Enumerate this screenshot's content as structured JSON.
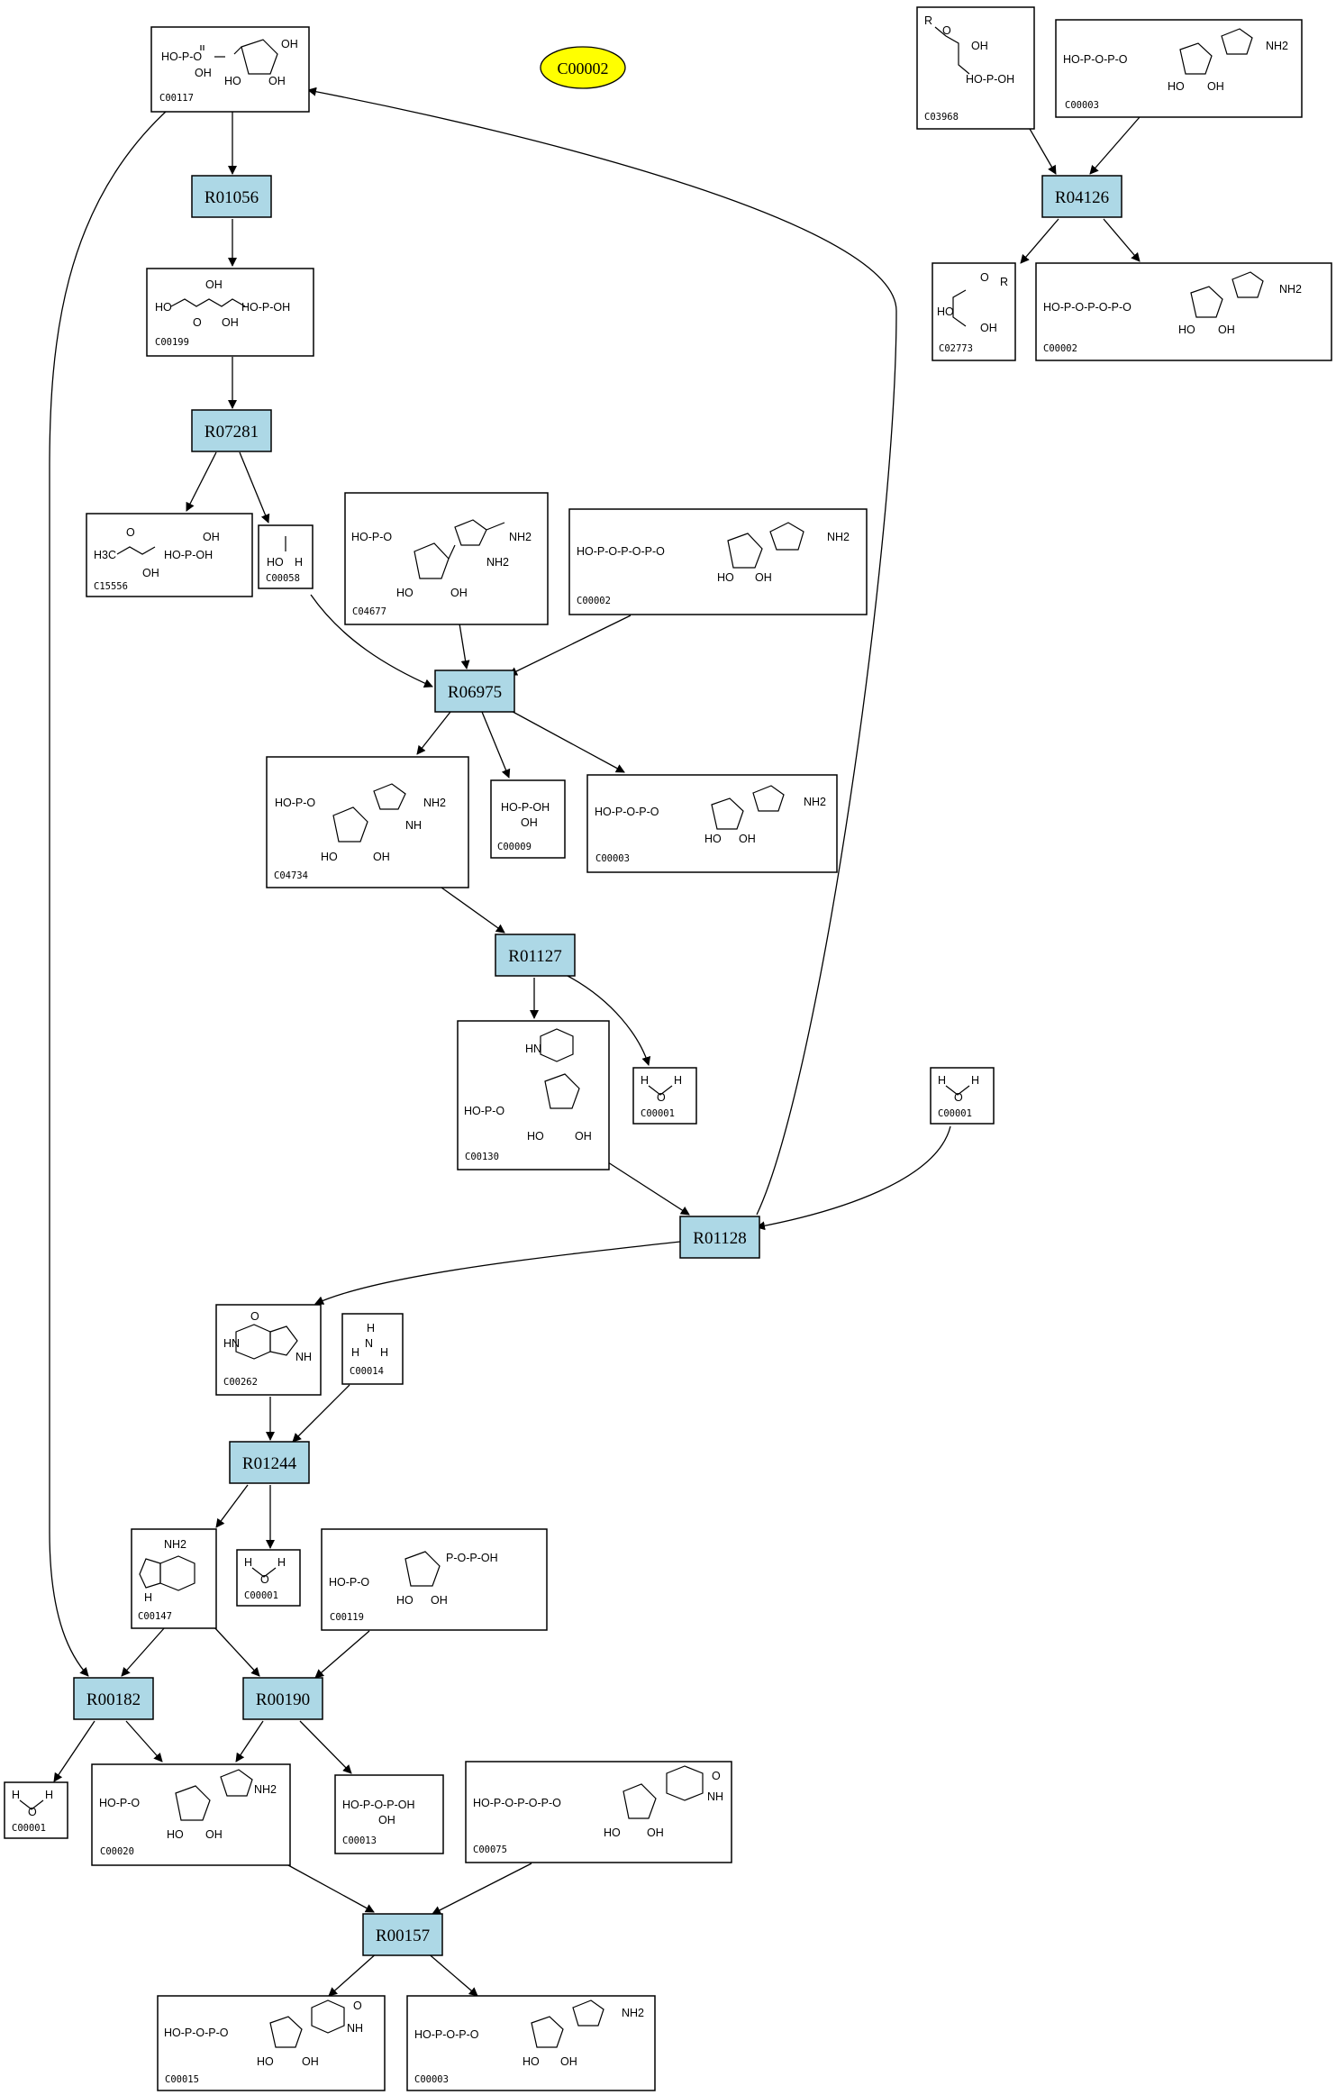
{
  "title_node": {
    "label": "C00002",
    "color": "#ffff00"
  },
  "colors": {
    "reaction_fill": "#add8e6",
    "compound_fill": "#ffffff",
    "line": "#000000"
  },
  "reactions": [
    "R01056",
    "R07281",
    "R06975",
    "R01127",
    "R01128",
    "R01244",
    "R00182",
    "R00190",
    "R00157",
    "R04126"
  ],
  "compounds": [
    {
      "id": "C00117",
      "structure": [
        "HO-P-O",
        "OH",
        "HO",
        "OH",
        "OH"
      ]
    },
    {
      "id": "C00199",
      "structure": [
        "HO",
        "O",
        "OH",
        "OH",
        "HO-P-OH"
      ]
    },
    {
      "id": "C15556",
      "structure": [
        "H3C",
        "O",
        "OH",
        "OH",
        "HO-P-OH"
      ]
    },
    {
      "id": "C00058",
      "structure": [
        "HO",
        "H"
      ]
    },
    {
      "id": "C04677",
      "structure": [
        "HO-P-O",
        "NH2",
        "NH2",
        "HO",
        "OH"
      ]
    },
    {
      "id": "C00002",
      "structure": [
        "HO-P-O-P-O-P-O",
        "NH2",
        "HO",
        "OH"
      ]
    },
    {
      "id": "C04734",
      "structure": [
        "HO-P-O",
        "NH2",
        "NH",
        "HO",
        "OH"
      ]
    },
    {
      "id": "C00009",
      "structure": [
        "HO-P-OH",
        "OH"
      ]
    },
    {
      "id": "C00003",
      "structure": [
        "HO-P-O-P-O",
        "NH2",
        "HO",
        "OH"
      ]
    },
    {
      "id": "C00130",
      "structure": [
        "HO-P-O",
        "HN",
        "HO",
        "OH"
      ]
    },
    {
      "id": "C00001",
      "structure": [
        "H",
        "O",
        "H"
      ]
    },
    {
      "id": "C00262",
      "structure": [
        "HN",
        "NH",
        "O"
      ]
    },
    {
      "id": "C00014",
      "structure": [
        "H",
        "N",
        "H",
        "H"
      ]
    },
    {
      "id": "C00147",
      "structure": [
        "NH2",
        "H"
      ]
    },
    {
      "id": "C00119",
      "structure": [
        "HO-P-O",
        "P-O-P-OH",
        "HO",
        "OH"
      ]
    },
    {
      "id": "C00020",
      "structure": [
        "HO-P-O",
        "NH2",
        "HO",
        "OH"
      ]
    },
    {
      "id": "C00013",
      "structure": [
        "HO-P-O-P-OH",
        "OH"
      ]
    },
    {
      "id": "C00075",
      "structure": [
        "HO-P-O-P-O-P-O",
        "NH",
        "O",
        "HO",
        "OH"
      ]
    },
    {
      "id": "C00015",
      "structure": [
        "HO-P-O-P-O",
        "NH",
        "O",
        "HO",
        "OH"
      ]
    },
    {
      "id": "C03968",
      "structure": [
        "R",
        "O",
        "OH",
        "HO-P-OH"
      ]
    },
    {
      "id": "C02773",
      "structure": [
        "R",
        "O",
        "HO",
        "OH"
      ]
    }
  ]
}
